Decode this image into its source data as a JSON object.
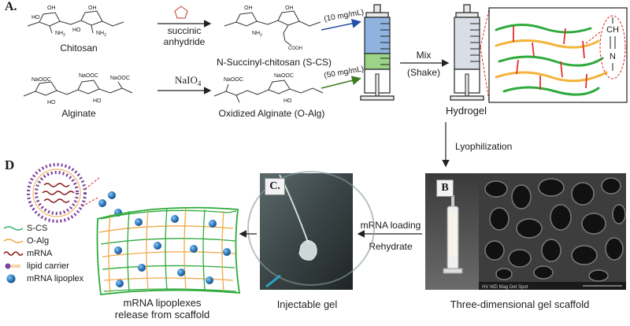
{
  "panelA": {
    "letter": "A.",
    "chitosan_label": "Chitosan",
    "reagent1": "succinic",
    "reagent2": "anhydride",
    "scs_label": "N-Succinyl-chitosan (S-CS)",
    "alginate_label": "Alginate",
    "naio4": "NaIO",
    "naio4_sub": "4",
    "oalg_label": "Oxidized Alginate (O-Alg)",
    "conc1": "(10 mg/mL)",
    "conc2": "(50 mg/mL)",
    "mix": "Mix",
    "shake": "(Shake)",
    "hydrogel": "Hydrogel",
    "crosslink": [
      "CH",
      "N"
    ],
    "lyophilization": "Lyophilization",
    "nh2": "NH",
    "nh2_sub": "2",
    "ho": "HO",
    "oh": "OH",
    "naooc": "NaOOC",
    "cooh": "COOH"
  },
  "panelB": {
    "letter": "B",
    "caption": "Three-dimensional gel scaffold",
    "sem_info": "HV  WD  Mag  Det  Spot"
  },
  "arrows": {
    "mrna_loading": "mRNA loading",
    "rehydrate": "Rehydrate"
  },
  "panelC": {
    "letter": "C.",
    "caption": "Injectable gel"
  },
  "panelD": {
    "letter": "D",
    "caption1": "mRNA lipoplexes",
    "caption2": "release from scaffold",
    "legend": [
      {
        "label": "S-CS",
        "color": "#3cb371"
      },
      {
        "label": "O-Alg",
        "color": "#f0a848"
      },
      {
        "label": "mRNA",
        "color": "#8b1a1a"
      },
      {
        "label": "lipid carrier",
        "color": "#7b3fa0"
      },
      {
        "label": "mRNA lipoplex",
        "color": "#2f7fc4"
      }
    ]
  },
  "colors": {
    "green": "#2eaa3c",
    "orange": "#f2b43a",
    "red": "#e0322e",
    "blue_fill": "#8fb3e0",
    "green_fill": "#9bd486",
    "syringe_grey": "#d9dde6",
    "sphere": "#2f7fc4",
    "dashed_red": "#e02020"
  }
}
